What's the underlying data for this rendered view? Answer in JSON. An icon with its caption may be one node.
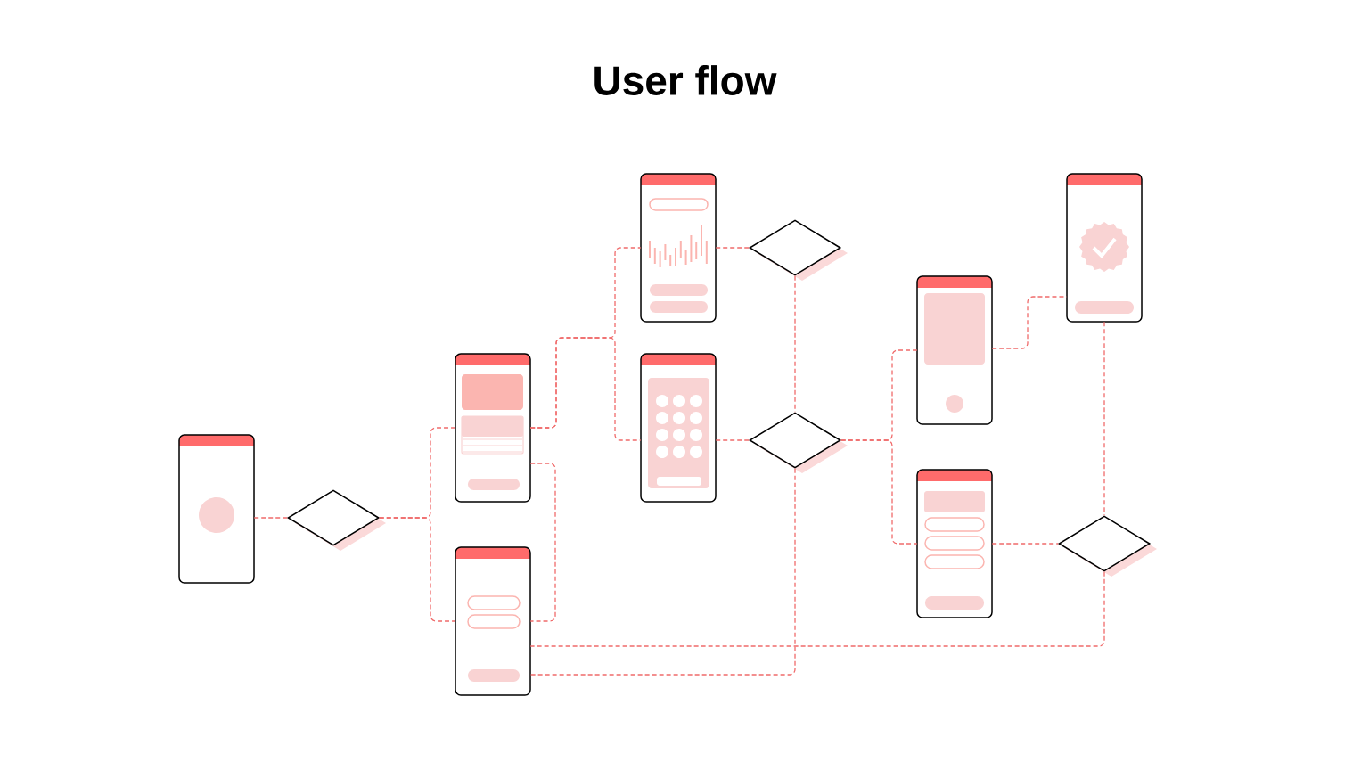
{
  "diagram": {
    "title": "User flow",
    "nodes": [
      {
        "text": [],
        "shape": "picture"
      },
      {
        "text": [],
        "shape": "diamond"
      },
      {
        "text": [],
        "shape": "picture"
      },
      {
        "text": [],
        "shape": "picture"
      },
      {
        "text": [],
        "shape": "picture"
      },
      {
        "text": [],
        "shape": "picture"
      },
      {
        "text": [],
        "shape": "diamond"
      },
      {
        "text": [],
        "shape": "diamond"
      },
      {
        "text": [],
        "shape": "picture"
      },
      {
        "text": [],
        "shape": "picture"
      },
      {
        "text": [],
        "shape": "picture"
      },
      {
        "text": [],
        "shape": "diamond"
      }
    ],
    "edges": [
      {
        "from": 0,
        "to": 1,
        "arrow": "none"
      },
      {
        "from": 1,
        "to": 2,
        "arrow": "none"
      },
      {
        "from": 1,
        "to": 3,
        "arrow": "none"
      },
      {
        "from": 2,
        "to": 3,
        "arrow": "none"
      },
      {
        "from": 2,
        "to": 4,
        "arrow": "none"
      },
      {
        "from": 2,
        "to": 5,
        "arrow": "none"
      },
      {
        "from": 4,
        "to": 6,
        "arrow": "none"
      },
      {
        "from": 6,
        "to": 7,
        "arrow": "none"
      },
      {
        "from": 5,
        "to": 7,
        "arrow": "none"
      },
      {
        "from": 7,
        "to": 8,
        "arrow": "none"
      },
      {
        "from": 7,
        "to": 9,
        "arrow": "none"
      },
      {
        "from": 7,
        "to": 3,
        "arrow": "none"
      },
      {
        "from": 8,
        "to": 10,
        "arrow": "none"
      },
      {
        "from": 10,
        "to": 11,
        "arrow": "none"
      },
      {
        "from": 9,
        "to": 11,
        "arrow": "none"
      },
      {
        "from": 11,
        "to": 3,
        "arrow": "none"
      }
    ]
  }
}
